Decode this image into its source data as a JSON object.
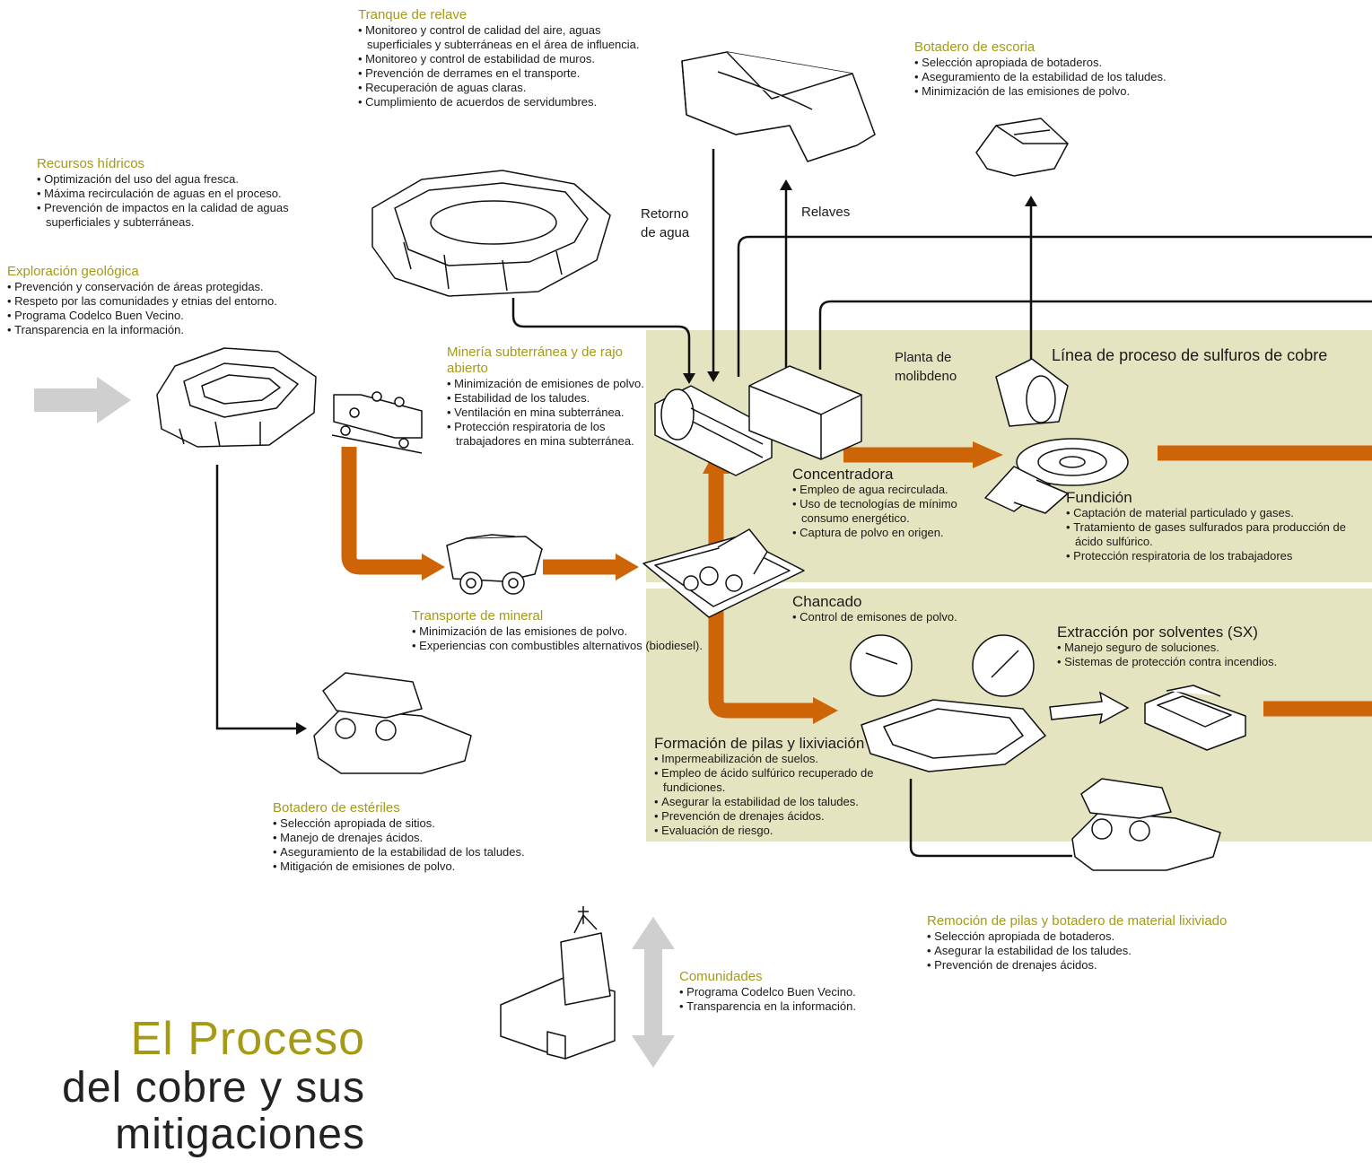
{
  "colors": {
    "accent": "#a49a16",
    "arrow_orange": "#cd6407",
    "arrow_grey": "#cfcfcf",
    "panel": "#e5e4c0",
    "line": "#111111"
  },
  "blocks": {
    "tranque": {
      "title": "Tranque de relave",
      "items": [
        "Monitoreo y control de calidad del aire, aguas superficiales y subterráneas en el área de influencia.",
        "Monitoreo y control de estabilidad de muros.",
        "Prevención de derrames en el transporte.",
        "Recuperación de aguas claras.",
        "Cumplimiento de acuerdos de servidumbres."
      ]
    },
    "escoria": {
      "title": "Botadero de escoria",
      "items": [
        "Selección apropiada de botaderos.",
        "Aseguramiento de la estabilidad de los taludes.",
        "Minimización de las emisiones de polvo."
      ]
    },
    "hidricos": {
      "title": "Recursos hídricos",
      "items": [
        "Optimización del uso del agua fresca.",
        "Máxima recirculación de aguas en el proceso.",
        "Prevención de impactos en la calidad de aguas superficiales y subterráneas."
      ]
    },
    "exploracion": {
      "title": "Exploración geológica",
      "items": [
        "Prevención y conservación de áreas protegidas.",
        "Respeto por las comunidades y etnias del entorno.",
        "Programa Codelco Buen Vecino.",
        "Transparencia en la información."
      ]
    },
    "mineria": {
      "title": "Minería subterránea y de rajo abierto",
      "items": [
        "Minimización de emisiones de polvo.",
        "Estabilidad de los taludes.",
        "Ventilación en mina subterránea.",
        "Protección respiratoria de los trabajadores en mina subterránea."
      ]
    },
    "concentradora": {
      "title": "Concentradora",
      "items": [
        "Empleo de agua recirculada.",
        "Uso de tecnologías de mínimo consumo energético.",
        "Captura de polvo en origen."
      ]
    },
    "fundicion": {
      "title": "Fundición",
      "items": [
        "Captación de material particulado y gases.",
        "Tratamiento de gases sulfurados para producción de ácido sulfúrico.",
        "Protección respiratoria de los trabajadores"
      ]
    },
    "transporte": {
      "title": "Transporte de mineral",
      "items": [
        "Minimización de las emisiones de polvo.",
        "Experiencias con combustibles alternativos (biodiesel)."
      ]
    },
    "chancado": {
      "title": "Chancado",
      "items": [
        "Control de emisones de polvo."
      ]
    },
    "sx": {
      "title": "Extracción por solventes (SX)",
      "items": [
        "Manejo seguro de soluciones.",
        "Sistemas de protección contra incendios."
      ]
    },
    "pilas": {
      "title": "Formación de pilas y lixiviación",
      "items": [
        "Impermeabilización de suelos.",
        "Empleo de ácido sulfúrico recuperado de fundiciones.",
        "Asegurar la estabilidad de los taludes.",
        "Prevención de drenajes ácidos.",
        "Evaluación de riesgo."
      ]
    },
    "esteriles": {
      "title": "Botadero de estériles",
      "items": [
        "Selección apropiada de sitios.",
        "Manejo de drenajes ácidos.",
        "Aseguramiento de la estabilidad de los taludes.",
        "Mitigación de emisiones de polvo."
      ]
    },
    "remocion": {
      "title": "Remoción de pilas y botadero de material lixiviado",
      "items": [
        "Selección apropiada de botaderos.",
        "Asegurar la estabilidad de los taludes.",
        "Prevención de drenajes ácidos."
      ]
    },
    "comunidades": {
      "title": "Comunidades",
      "items": [
        "Programa Codelco Buen Vecino.",
        "Transparencia en la información."
      ]
    }
  },
  "labels": {
    "retorno": "Retorno de agua",
    "relaves": "Relaves",
    "molibdeno": "Planta de molibdeno",
    "linea": "Línea de proceso de sulfuros de cobre"
  },
  "heading": {
    "line1": "El Proceso",
    "line2": "del cobre y sus",
    "line3": "mitigaciones"
  }
}
